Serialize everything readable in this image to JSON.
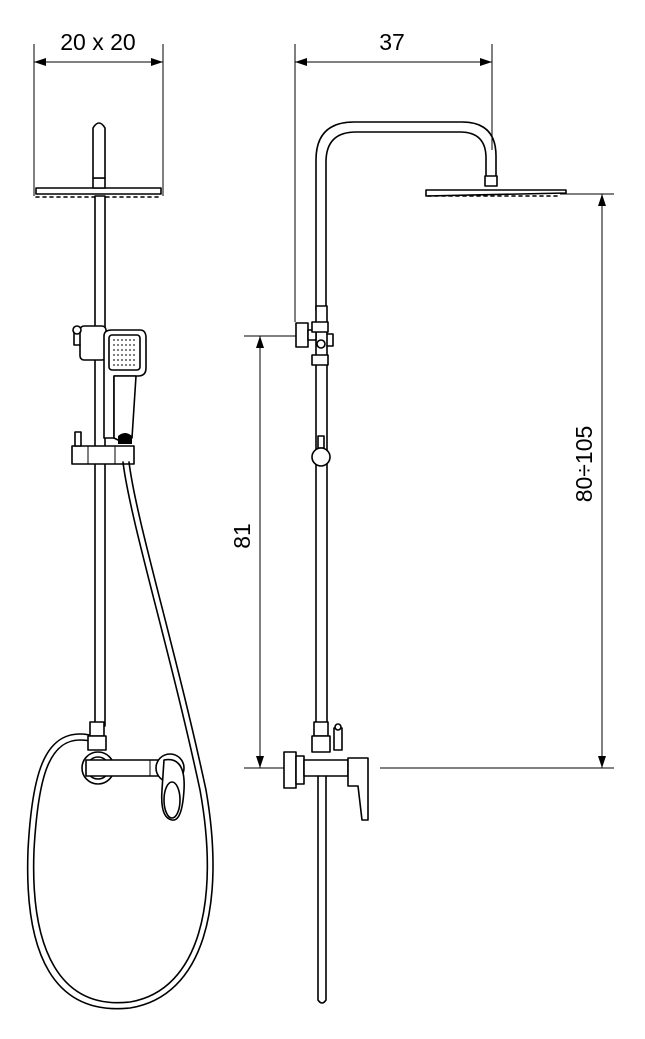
{
  "dimensions": {
    "head_size": "20 x 20",
    "arm_reach": "37",
    "mount_height": "81",
    "height_range": "80÷105"
  }
}
